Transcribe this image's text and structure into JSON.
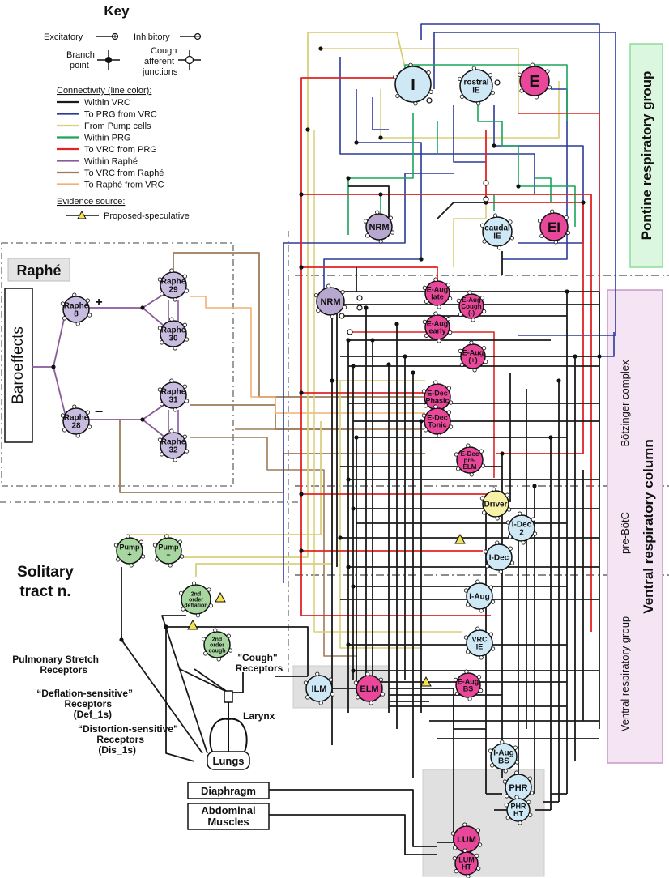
{
  "key": {
    "title": "Key",
    "excitatory": "Excitatory",
    "inhibitory": "Inhibitory",
    "branch_point": [
      "Branch",
      "point"
    ],
    "cough_junctions": [
      "Cough",
      "afferent",
      "junctions"
    ],
    "connectivity_title": "Connectivity (line color):",
    "connectivity": [
      {
        "label": "Within VRC",
        "color": "#1a1a1a"
      },
      {
        "label": "To PRG from VRC",
        "color": "#2b3a9a"
      },
      {
        "label": "From Pump cells",
        "color": "#d9cf7a"
      },
      {
        "label": "Within PRG",
        "color": "#1aa55a"
      },
      {
        "label": "To VRC from PRG",
        "color": "#e02424"
      },
      {
        "label": "Within Raphé",
        "color": "#8a5a9a"
      },
      {
        "label": "To VRC from Raphé",
        "color": "#9c7b5a"
      },
      {
        "label": "To Raphé from VRC",
        "color": "#f0b070"
      }
    ],
    "evidence_title": "Evidence source:",
    "evidence_item": "Proposed-speculative"
  },
  "regions": {
    "raphe": "Raphé",
    "baroeffects": "Baroeffects",
    "solitary": [
      "Solitary",
      "tract n."
    ],
    "prg": "Pontine respiratory group",
    "botzinger": "Bötzinger complex",
    "prebotc": "pre-BötC",
    "vrg": "Ventral respiratory group",
    "vrc": "Ventral respiratory column"
  },
  "raphe_cells": [
    {
      "id": "raphe8",
      "lines": [
        "Raphé",
        "8"
      ]
    },
    {
      "id": "raphe28",
      "lines": [
        "Raphé",
        "28"
      ]
    },
    {
      "id": "raphe29",
      "lines": [
        "Raphé",
        "29"
      ]
    },
    {
      "id": "raphe30",
      "lines": [
        "Raphé",
        "30"
      ]
    },
    {
      "id": "raphe31",
      "lines": [
        "Raphé",
        "31"
      ]
    },
    {
      "id": "raphe32",
      "lines": [
        "Raphé",
        "32"
      ]
    }
  ],
  "signs": {
    "plus": "+",
    "minus": "−"
  },
  "prg_cells": [
    {
      "id": "I",
      "lines": [
        "I"
      ],
      "color": "#cfe8f5"
    },
    {
      "id": "rostralIE",
      "lines": [
        "rostral",
        "IE"
      ],
      "color": "#cfe8f5"
    },
    {
      "id": "E",
      "lines": [
        "E"
      ],
      "color": "#e8479a"
    },
    {
      "id": "NRM1",
      "lines": [
        "NRM"
      ],
      "color": "#b8a8d0"
    },
    {
      "id": "caudalIE",
      "lines": [
        "caudal",
        "IE"
      ],
      "color": "#cfe8f5"
    },
    {
      "id": "EI",
      "lines": [
        "EI"
      ],
      "color": "#e8479a"
    }
  ],
  "vrc_cells": [
    {
      "id": "NRM2",
      "lines": [
        "NRM"
      ],
      "color": "#b8a8d0"
    },
    {
      "id": "EAuglate",
      "lines": [
        "E-Aug",
        "late"
      ],
      "color": "#e8479a"
    },
    {
      "id": "EAugCough",
      "lines": [
        "E-Aug",
        "Cough",
        "(-)"
      ],
      "color": "#e8479a"
    },
    {
      "id": "EAugearly",
      "lines": [
        "E-Aug",
        "early"
      ],
      "color": "#e8479a"
    },
    {
      "id": "EAugplus",
      "lines": [
        "E-Aug",
        "(+)"
      ],
      "color": "#e8479a"
    },
    {
      "id": "EDecPhasic",
      "lines": [
        "E-Dec",
        "Phasic"
      ],
      "color": "#e8479a"
    },
    {
      "id": "EDecTonic",
      "lines": [
        "E-Dec",
        "Tonic"
      ],
      "color": "#e8479a"
    },
    {
      "id": "EDecpreELM",
      "lines": [
        "E-Dec",
        "pre-",
        "ELM"
      ],
      "color": "#e8479a"
    },
    {
      "id": "Driver",
      "lines": [
        "Driver"
      ],
      "color": "#f7f2a8"
    },
    {
      "id": "IDec2",
      "lines": [
        "I-Dec",
        "2"
      ],
      "color": "#cfe8f5"
    },
    {
      "id": "IDec",
      "lines": [
        "I-Dec"
      ],
      "color": "#cfe8f5"
    },
    {
      "id": "IAug",
      "lines": [
        "I-Aug"
      ],
      "color": "#cfe8f5"
    },
    {
      "id": "VRCIE",
      "lines": [
        "VRC",
        "IE"
      ],
      "color": "#cfe8f5"
    },
    {
      "id": "EAugBS",
      "lines": [
        "E-Aug",
        "BS"
      ],
      "color": "#e8479a"
    },
    {
      "id": "ILM",
      "lines": [
        "ILM"
      ],
      "color": "#cfe8f5"
    },
    {
      "id": "ELM",
      "lines": [
        "ELM"
      ],
      "color": "#e8479a"
    },
    {
      "id": "IAugBS",
      "lines": [
        "I-Aug",
        "BS"
      ],
      "color": "#cfe8f5"
    },
    {
      "id": "PHR",
      "lines": [
        "PHR"
      ],
      "color": "#cfe8f5"
    },
    {
      "id": "PHRHT",
      "lines": [
        "PHR",
        "HT"
      ],
      "color": "#cfe8f5"
    },
    {
      "id": "LUM",
      "lines": [
        "LUM"
      ],
      "color": "#e8479a"
    },
    {
      "id": "LUMHT",
      "lines": [
        "LUM",
        "HT"
      ],
      "color": "#e8479a"
    }
  ],
  "nts_cells": [
    {
      "id": "PumpPlus",
      "lines": [
        "Pump",
        "+"
      ]
    },
    {
      "id": "PumpMinus",
      "lines": [
        "Pump",
        "–"
      ]
    },
    {
      "id": "deflation2",
      "lines": [
        "2nd",
        "order",
        "deflation"
      ]
    },
    {
      "id": "cough2",
      "lines": [
        "2nd",
        "order",
        "cough"
      ]
    }
  ],
  "periphery": {
    "pulmonary": [
      "Pulmonary Stretch",
      "Receptors"
    ],
    "deflation": [
      "“Deflation-sensitive”",
      "Receptors",
      "(Def_1s)"
    ],
    "distortion": [
      "“Distortion-sensitive”",
      "Receptors",
      "(Dis_1s)"
    ],
    "cough": [
      "\"Cough\"",
      "Receptors"
    ],
    "larynx": "Larynx",
    "lungs": "Lungs",
    "diaphragm": "Diaphragm",
    "abdominal": [
      "Abdominal",
      "Muscles"
    ]
  },
  "colors": {
    "vrc": "#1a1a1a",
    "to_prg": "#2b3a9a",
    "pump": "#d9cf7a",
    "prg": "#1aa55a",
    "to_vrc_prg": "#e02424",
    "raphe": "#8a5a9a",
    "raphe_to_vrc": "#9c7b5a",
    "to_raphe": "#f0b070",
    "prg_box": "#bfeec4",
    "vrc_box": "#e6c8e6",
    "raphe_cell": "#c8bde0",
    "nts_cell": "#a8d6a0"
  }
}
